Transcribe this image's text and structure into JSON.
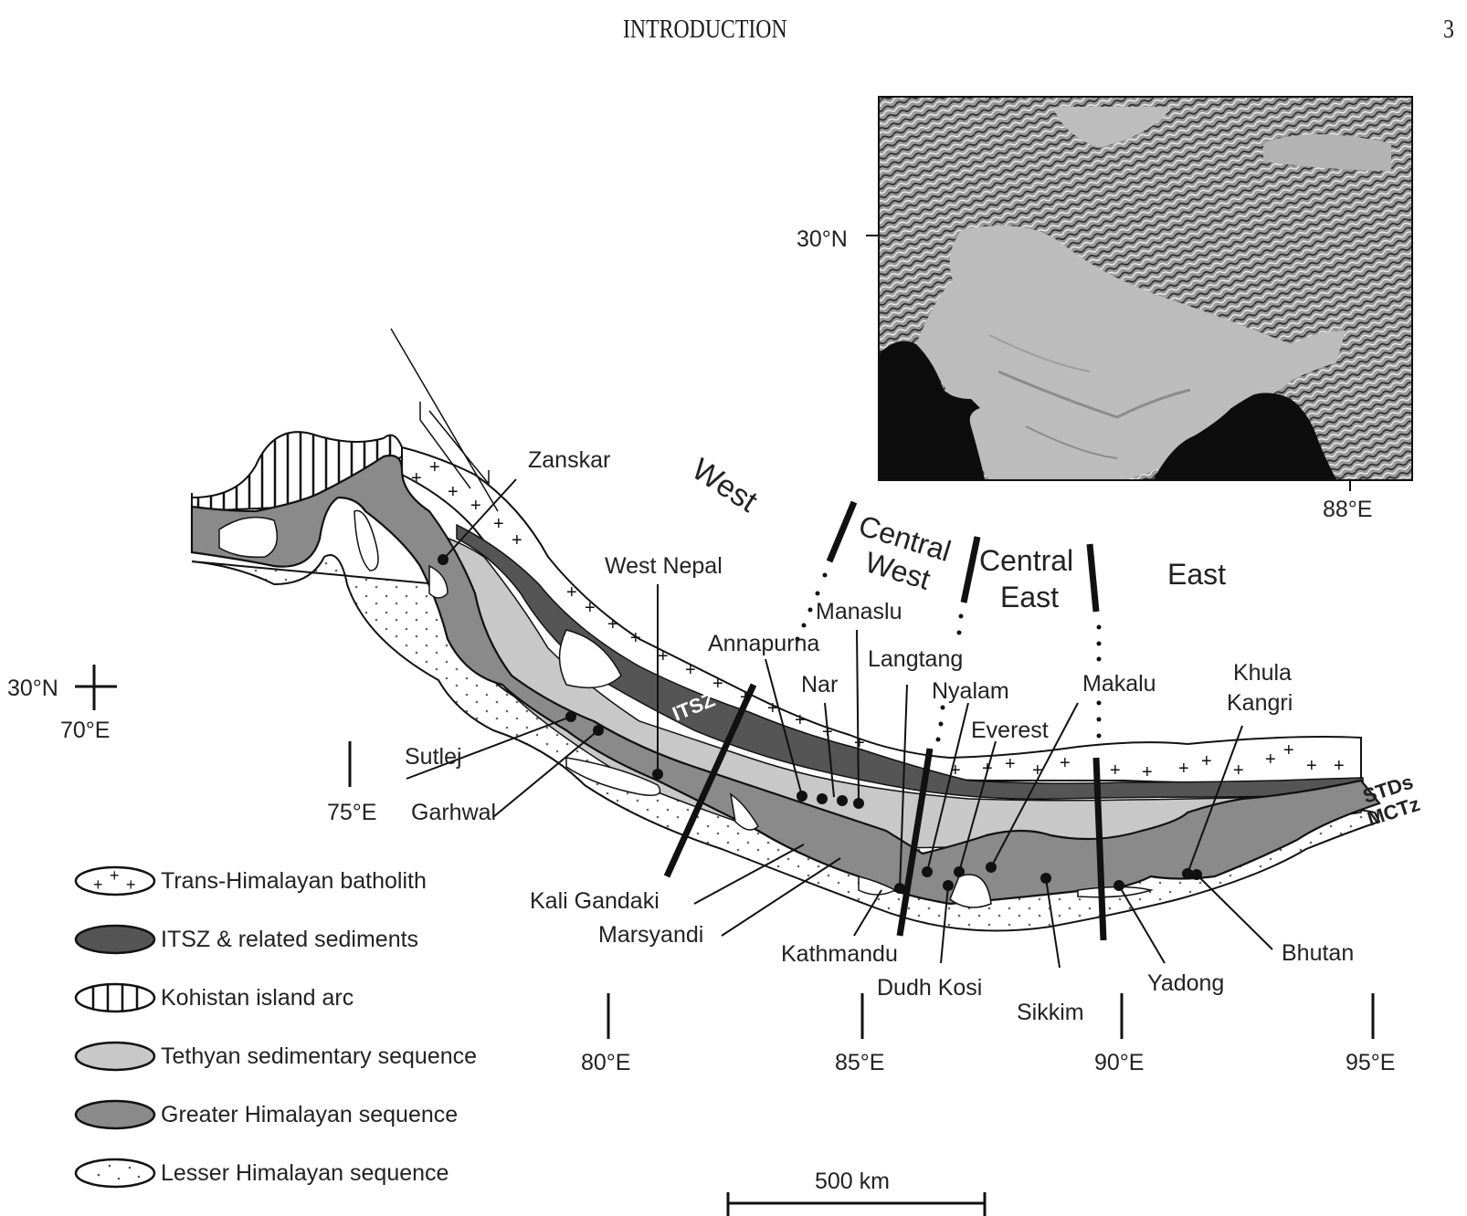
{
  "header": {
    "running_head": "INTRODUCTION",
    "page_number": "3"
  },
  "inset_map": {
    "lat_label": "30°N",
    "lon_label": "88°E",
    "colors": {
      "land": "#b9b9b9",
      "ocean": "#0d0d0d",
      "relief": "#6e6e6e"
    }
  },
  "regions": {
    "west": "West",
    "central_west_1": "Central",
    "central_west_2": "West",
    "central_east_1": "Central",
    "central_east_2": "East",
    "east": "East"
  },
  "localities": {
    "zanskar": "Zanskar",
    "west_nepal": "West Nepal",
    "manaslu": "Manaslu",
    "annapurna": "Annapurna",
    "nar": "Nar",
    "langtang": "Langtang",
    "nyalam": "Nyalam",
    "everest": "Everest",
    "makalu": "Makalu",
    "khula_kangri_1": "Khula",
    "khula_kangri_2": "Kangri",
    "sutlej": "Sutlej",
    "garhwal": "Garhwal",
    "kali_gandaki": "Kali Gandaki",
    "marsyandi": "Marsyandi",
    "kathmandu": "Kathmandu",
    "dudh_kosi": "Dudh Kosi",
    "sikkim": "Sikkim",
    "yadong": "Yadong",
    "bhutan": "Bhutan"
  },
  "structures": {
    "itsz": "ITSZ",
    "stds": "STDs",
    "mctz": "MCTz"
  },
  "coordinates": {
    "origin_lat": "30°N",
    "origin_lon": "70°E",
    "ticks": [
      "75°E",
      "80°E",
      "85°E",
      "90°E",
      "95°E"
    ]
  },
  "scale_bar": {
    "label": "500 km"
  },
  "legend": {
    "items": [
      {
        "label": "Trans-Himalayan batholith",
        "pattern": "crosses",
        "fill": "#ffffff"
      },
      {
        "label": "ITSZ & related sediments",
        "pattern": "solid",
        "fill": "#555555"
      },
      {
        "label": "Kohistan island arc",
        "pattern": "vertical-lines",
        "fill": "#ffffff"
      },
      {
        "label": "Tethyan sedimentary sequence",
        "pattern": "solid",
        "fill": "#c8c8c8"
      },
      {
        "label": "Greater Himalayan sequence",
        "pattern": "solid",
        "fill": "#8a8a8a"
      },
      {
        "label": "Lesser Himalayan sequence",
        "pattern": "dots",
        "fill": "#ffffff"
      }
    ]
  },
  "colors": {
    "itsz": "#555555",
    "tethyan": "#c8c8c8",
    "greater": "#8a8a8a",
    "ink": "#111111"
  }
}
